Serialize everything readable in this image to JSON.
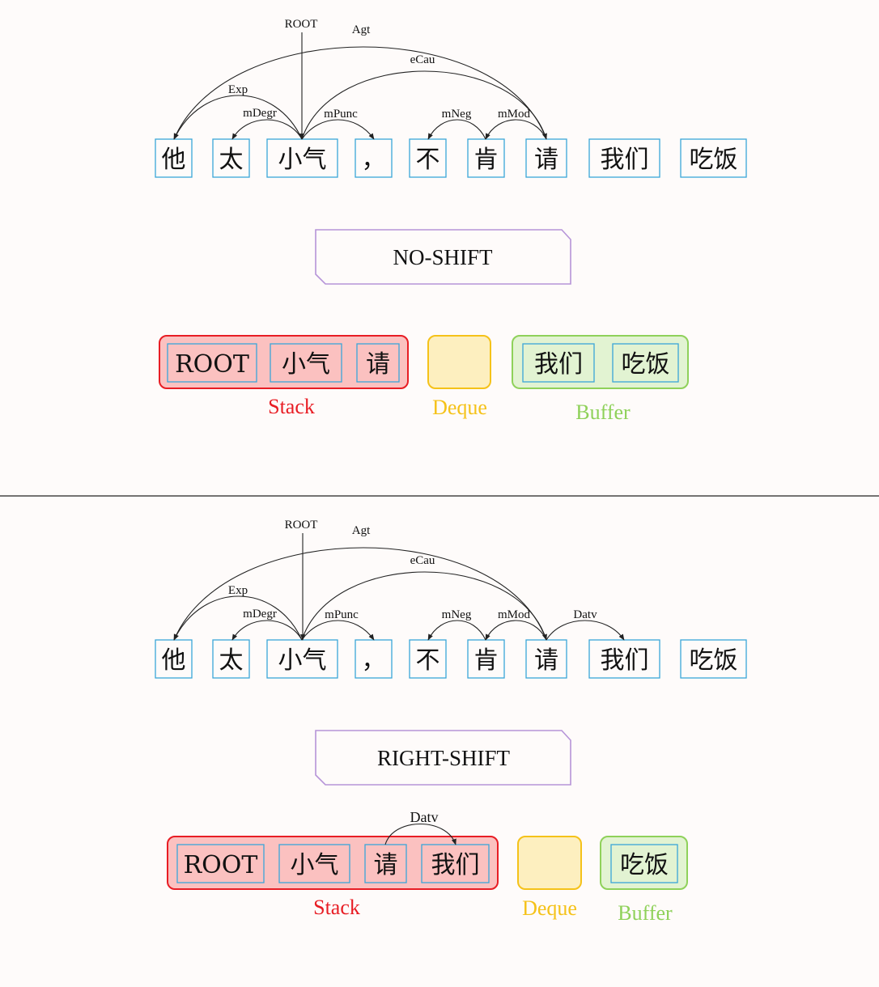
{
  "panels": [
    {
      "tokens": [
        "他",
        "太",
        "小气",
        "，",
        "不",
        "肯",
        "请",
        "我们",
        "吃饭"
      ],
      "arc_labels": {
        "root": "ROOT",
        "agt": "Agt",
        "ecau": "eCau",
        "exp": "Exp",
        "mdegr": "mDegr",
        "mpunc": "mPunc",
        "mneg": "mNeg",
        "mmod": "mMod"
      },
      "action": "NO-SHIFT",
      "stack": {
        "caption": "Stack",
        "items": [
          "ROOT",
          "小气",
          "请"
        ]
      },
      "deque": {
        "caption": "Deque",
        "items": []
      },
      "buffer": {
        "caption": "Buffer",
        "items": [
          "我们",
          "吃饭"
        ]
      }
    },
    {
      "tokens": [
        "他",
        "太",
        "小气",
        "，",
        "不",
        "肯",
        "请",
        "我们",
        "吃饭"
      ],
      "arc_labels": {
        "root": "ROOT",
        "agt": "Agt",
        "ecau": "eCau",
        "exp": "Exp",
        "mdegr": "mDegr",
        "mpunc": "mPunc",
        "mneg": "mNeg",
        "mmod": "mMod",
        "datv": "Datv"
      },
      "action": "RIGHT-SHIFT",
      "stack": {
        "caption": "Stack",
        "items": [
          "ROOT",
          "小气",
          "请",
          "我们"
        ],
        "arc_label": "Datv"
      },
      "deque": {
        "caption": "Deque",
        "items": []
      },
      "buffer": {
        "caption": "Buffer",
        "items": [
          "吃饭"
        ]
      }
    }
  ],
  "colors": {
    "token_border": "#3aa6d8",
    "stack_fill": "#fbc1c0",
    "stack_border": "#e81d24",
    "stack_caption": "#e81d24",
    "deque_fill": "#fdefbf",
    "deque_border": "#f5c219",
    "deque_caption": "#f5c219",
    "buffer_fill": "#e2f3d2",
    "buffer_border": "#8fd15a",
    "buffer_caption": "#8fd15a",
    "action_border": "#b694d8"
  }
}
